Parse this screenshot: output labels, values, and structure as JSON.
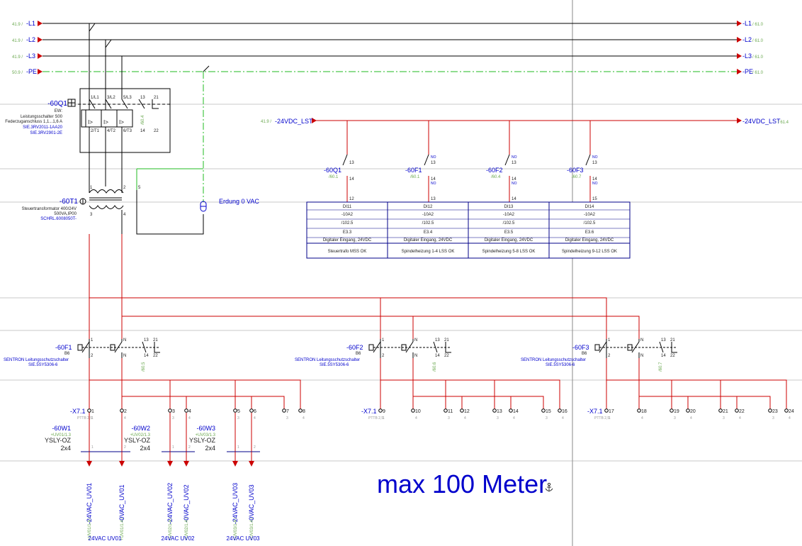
{
  "buses": [
    {
      "xref": "41.9 /",
      "label": "-L1",
      "xref_right": "/ 61.0"
    },
    {
      "xref": "41.9 /",
      "label": "-L2",
      "xref_right": "/ 61.0"
    },
    {
      "xref": "41.9 /",
      "label": "-L3",
      "xref_right": "/ 61.0"
    },
    {
      "xref": "50.9 /",
      "label": "-PE",
      "xref_right": "/ 61.0"
    }
  ],
  "dc_bus": {
    "xref": "41.9 /",
    "label": "-24VDC_LST",
    "label_right": "-24VDC_LST",
    "xref_right": "/ 61.4"
  },
  "breaker_q1": {
    "tag": "-60Q1",
    "sub": "EW:",
    "desc1": "Leistungsschalter S00",
    "desc2": "Federzuganschluss 1,1...1,6 A",
    "part1": "SIE.3RV2011-1AA20",
    "part2": "SIE.3RV2901-2E",
    "pins_top": [
      "1/L1",
      "3/L2",
      "5/L3",
      "13",
      "21"
    ],
    "pins_bot": [
      "2/T1",
      "4/T2",
      "6/T3",
      "14",
      "22"
    ],
    "trips": [
      "I>",
      "I>",
      "I>"
    ],
    "xref": "/60.4"
  },
  "transformer": {
    "tag": "-60T1",
    "desc1": "Steuertransformator 400/24V",
    "desc2": "500VA,IP00",
    "part": "SCHRL.6008050T-",
    "pins": [
      "1",
      "2",
      "3",
      "4",
      "5"
    ]
  },
  "earthing": {
    "label": "Erdung 0 VAC"
  },
  "contacts": [
    {
      "tag": "-60Q1",
      "xref": "/60.1",
      "p_top": "13",
      "p_bot": "14",
      "no": "",
      "p_out": "12"
    },
    {
      "tag": "-60F1",
      "xref": "/60.1",
      "p_top": "13",
      "p_bot": "14",
      "no": "NO",
      "p_out": "13"
    },
    {
      "tag": "-60F2",
      "xref": "/60.4",
      "p_top": "13",
      "p_bot": "14",
      "no": "NO",
      "p_out": "14"
    },
    {
      "tag": "-60F3",
      "xref": "/60.7",
      "p_top": "13",
      "p_bot": "14",
      "no": "NO",
      "p_out": "15"
    }
  ],
  "io_table": [
    {
      "di": "DI11",
      "a": "-10A2",
      "b": "/102.5",
      "addr": "E3.3",
      "type": "Digitaler Eingang, 24VDC",
      "text": "Steuertrafo MSS OK"
    },
    {
      "di": "DI12",
      "a": "-10A2",
      "b": "/102.5",
      "addr": "E3.4",
      "type": "Digitaler Eingang, 24VDC",
      "text": "Spindelheizung 1-4 LSS OK"
    },
    {
      "di": "DI13",
      "a": "-10A2",
      "b": "/102.5",
      "addr": "E3.5",
      "type": "Digitaler Eingang, 24VDC",
      "text": "Spindelheizung 5-8 LSS OK"
    },
    {
      "di": "DI14",
      "a": "-10A2",
      "b": "/102.5",
      "addr": "E3.6",
      "type": "Digitaler Eingang, 24VDC",
      "text": "Spindelheizung 9-12 LSS OK"
    }
  ],
  "mcbs": [
    {
      "tag": "-60F1",
      "rating": "B6",
      "desc": "SENTRON Leitungsschutzschalter",
      "part": "SIE.5SY5306-6",
      "xref": "/60.5",
      "p_top": [
        "1",
        "N",
        "13",
        "21"
      ],
      "p_bot": [
        "2",
        "N",
        "14",
        "22"
      ]
    },
    {
      "tag": "-60F2",
      "rating": "B6",
      "desc": "SENTRON Leitungsschutzschalter",
      "part": "SIE.5SY5306-6",
      "xref": "/60.6",
      "p_top": [
        "1",
        "N",
        "13",
        "21"
      ],
      "p_bot": [
        "2",
        "N",
        "14",
        "22"
      ]
    },
    {
      "tag": "-60F3",
      "rating": "B6",
      "desc": "SENTRON Leitungsschutzschalter",
      "part": "SIE.5SY5306-6",
      "xref": "/60.7",
      "p_top": [
        "1",
        "N",
        "13",
        "21"
      ],
      "p_bot": [
        "2",
        "N",
        "14",
        "22"
      ]
    }
  ],
  "terminal_strips": [
    {
      "tag": "-X7.1",
      "type": "PTTB 2,5",
      "nums": [
        "1",
        "2",
        "3",
        "4",
        "5",
        "6",
        "7",
        "8"
      ]
    },
    {
      "tag": "-X7.1",
      "type": "PTTB 2,5",
      "nums": [
        "9",
        "10",
        "11",
        "12",
        "13",
        "14",
        "15",
        "16"
      ]
    },
    {
      "tag": "-X7.1",
      "type": "PTTB 2,5",
      "nums": [
        "17",
        "18",
        "19",
        "20",
        "21",
        "22",
        "23",
        "24"
      ]
    }
  ],
  "terminal_sub": [
    "1",
    "4",
    "3",
    "4",
    "3",
    "4",
    "3",
    "4"
  ],
  "cables": [
    {
      "tag": "-60W1",
      "ref": "+UV01/1.3",
      "type": "YSLY-OZ",
      "size": "2x4",
      "c1": "1",
      "c2": "2"
    },
    {
      "tag": "-60W2",
      "ref": "+UV02/1.3",
      "type": "YSLY-OZ",
      "size": "2x4",
      "c1": "1",
      "c2": "2"
    },
    {
      "tag": "-60W3",
      "ref": "+UV03/1.3",
      "type": "YSLY-OZ",
      "size": "2x4",
      "c1": "1",
      "c2": "2"
    }
  ],
  "outputs": [
    {
      "signal": "-24VAC_UV01",
      "ref": "+UV01/1.4 /"
    },
    {
      "signal": "-0VAC_UV01",
      "ref": "+UV01/1.4 /"
    },
    {
      "signal": "-24VAC_UV02",
      "ref": "+UV02/1.4 /"
    },
    {
      "signal": "-0VAC_UV02",
      "ref": "+UV02/1.4 /"
    },
    {
      "signal": "-24VAC_UV03",
      "ref": "+UV03/1.4 /"
    },
    {
      "signal": "-0VAC_UV03",
      "ref": "+UV03/1.4 /"
    }
  ],
  "group_labels": [
    "24VAC UV01",
    "24VAC UV02",
    "24VAC UV03"
  ],
  "max_length": "max 100 Meter",
  "colors": {
    "wire_black": "#000000",
    "wire_red": "#cc0000",
    "wire_green": "#22bb22",
    "text_blue": "#0000cc",
    "xref_green": "#6aa84f"
  }
}
